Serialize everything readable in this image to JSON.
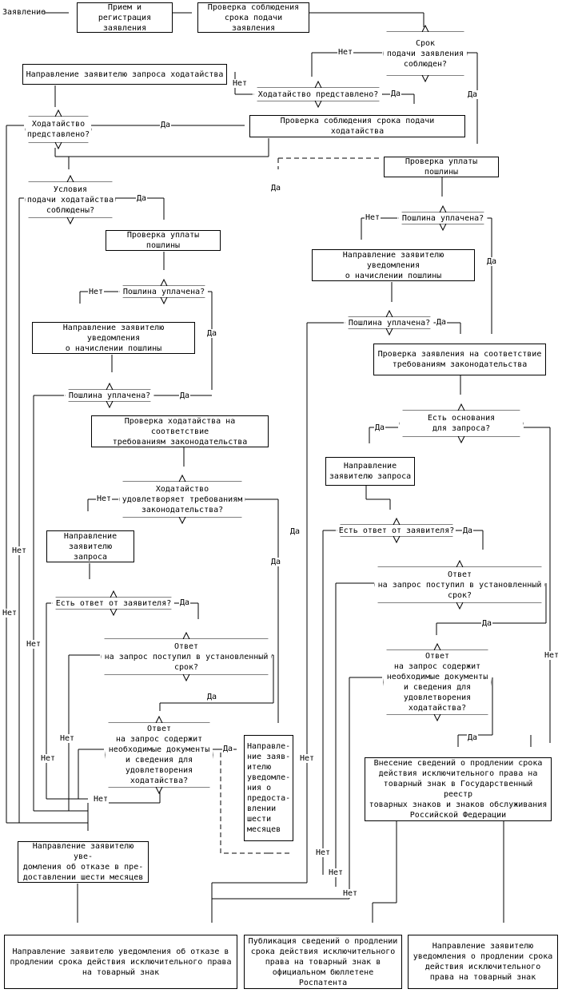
{
  "start_label": "Заявление",
  "boxes": {
    "reception": "Прием и регистрация\nзаявления",
    "check_term_app": "Проверка соблюдения\nсрока подачи заявления",
    "send_petition_request": "Направление заявителю запроса ходатайства",
    "check_term_petition": "Проверка соблюдения срока подачи ходатайства",
    "check_fee_right": "Проверка уплаты пошлины",
    "check_fee_left": "Проверка уплаты пошлины",
    "notice_fee_right": "Направление заявителю уведомления\nо начислении пошлины",
    "notice_fee_left": "Направление заявителю уведомления\nо начислении пошлины",
    "check_app_law": "Проверка заявления на соответствие\nтребованиям законодательства",
    "check_petition_law": "Проверка ходатайства на соответствие\nтребованиям законодательства",
    "send_request_right": "Направление\nзаявителю запроса",
    "send_request_left": "Направление\nзаявителю запроса",
    "notice_six_months": "Направле-\nние заяв-\nителю\nуведомле-\nния о\nпредоста-\nвлении\nшести\nмесяцев",
    "refuse_six_months": "Направление заявителю уве-\nдомления об отказе в пре-\nдоставлении шести месяцев",
    "register_entry": "Внесение сведений о продлении срока\nдействия исключительного права на\nтоварный знак в Государственный реестр\nтоварных знаков и знаков обслуживания\nРоссийской Федерации",
    "refuse_extension": "Направление заявителю уведомления об отказе в\nпродлении срока действия исключительного права\nна товарный знак",
    "publication": "Публикация сведений о продлении\nсрока действия исключительного\nправа на товарный знак в\nофициальном бюллетене Роспатента",
    "notice_extension": "Направление заявителю\nуведомления о продлении срока\nдействия исключительного\nправа на товарный знак"
  },
  "decisions": {
    "term_kept": "Срок\nподачи заявления\nсоблюден?",
    "petition_submitted_1": "Ходатайство представлено?",
    "petition_submitted_2": "Ходатайство\nпредставлено?",
    "petition_conditions": "Условия\nподачи ходатайства\nсоблюдены?",
    "fee_paid_r1": "Пошлина уплачена?",
    "fee_paid_r2": "Пошлина уплачена?",
    "fee_paid_l1": "Пошлина уплачена?",
    "fee_paid_l2": "Пошлина уплачена?",
    "grounds_request": "Есть основания\nдля запроса?",
    "petition_meets": "Ходатайство\nудовлетворяет требованиям\nзаконодательства?",
    "answer_r": "Есть ответ от заявителя?",
    "answer_l": "Есть ответ от заявителя?",
    "answer_in_time_r": "Ответ\nна запрос поступил в установленный\nсрок?",
    "answer_in_time_l": "Ответ\nна запрос поступил в установленный\nсрок?",
    "answer_docs_r": "Ответ\nна запрос содержит\nнеобходимые документы\nи сведения для\nудовлетворения\nходатайства?",
    "answer_docs_l": "Ответ\nна запрос содержит\nнеобходимые документы\nи сведения для\nудовлетворения\nходатайства?"
  },
  "labels": {
    "yes": "Да",
    "no": "Нет"
  }
}
